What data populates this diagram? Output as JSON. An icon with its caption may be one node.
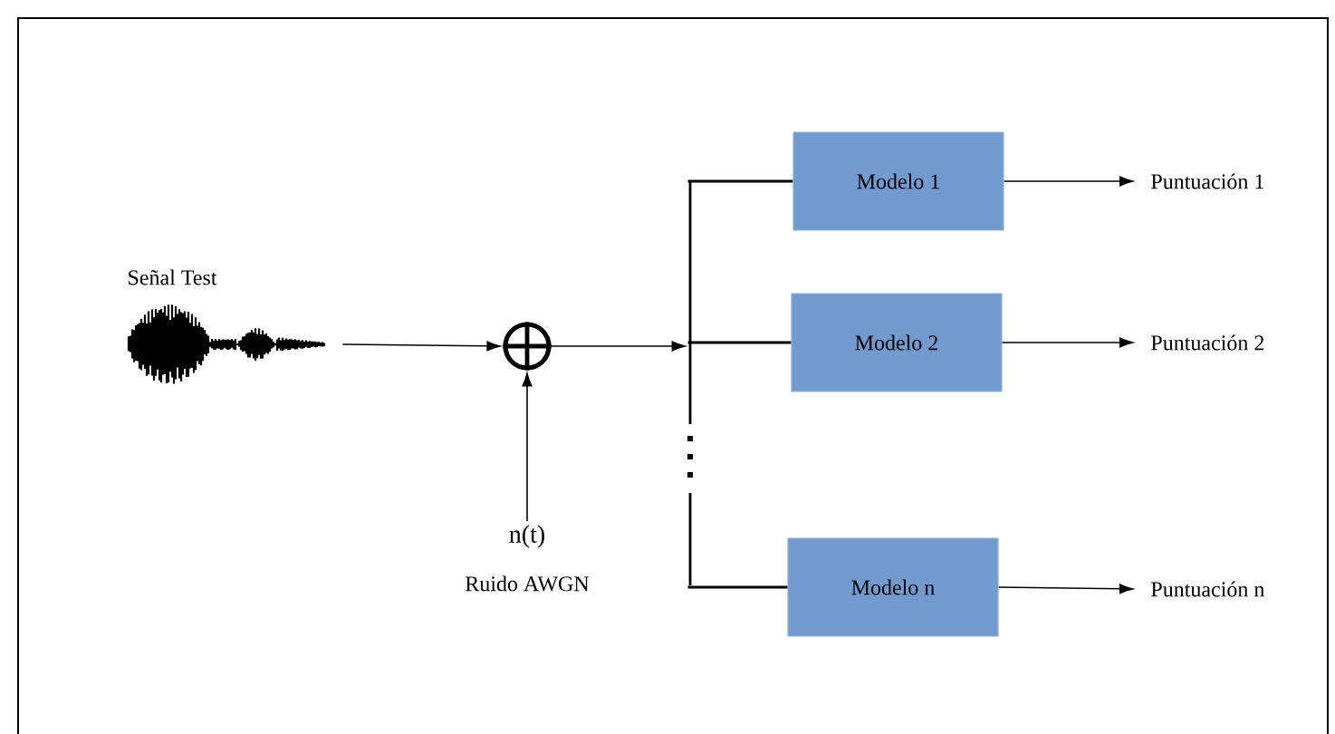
{
  "diagram": {
    "nodes": [
      {
        "text": [],
        "shape": "picture",
        "beside": [
          "Señal Test"
        ]
      },
      {
        "text": [],
        "shape": "circle"
      },
      {
        "text": [
          "n(t)"
        ],
        "beside": [
          "Ruido AWGN"
        ]
      },
      {
        "text": [],
        "shape": "bar"
      },
      {
        "text": [
          "Modelo 1"
        ]
      },
      {
        "text": [
          "Modelo 2"
        ]
      },
      {
        "text": [
          "Modelo n"
        ]
      },
      {
        "text": [
          "Puntuación 1"
        ]
      },
      {
        "text": [
          "Puntuación 2"
        ]
      },
      {
        "text": [
          "Puntuación n"
        ]
      }
    ],
    "edges": [
      {
        "from": 0,
        "to": 1,
        "arrow": "to"
      },
      {
        "from": 2,
        "to": 1,
        "arrow": "to"
      },
      {
        "from": 1,
        "to": 3,
        "arrow": "to"
      },
      {
        "from": 3,
        "to": 4,
        "arrow": "none"
      },
      {
        "from": 3,
        "to": 5,
        "arrow": "none"
      },
      {
        "from": 3,
        "to": 6,
        "arrow": "none"
      },
      {
        "from": 4,
        "to": 7,
        "arrow": "to"
      },
      {
        "from": 5,
        "to": 8,
        "arrow": "to"
      },
      {
        "from": 6,
        "to": 9,
        "arrow": "to"
      }
    ]
  }
}
